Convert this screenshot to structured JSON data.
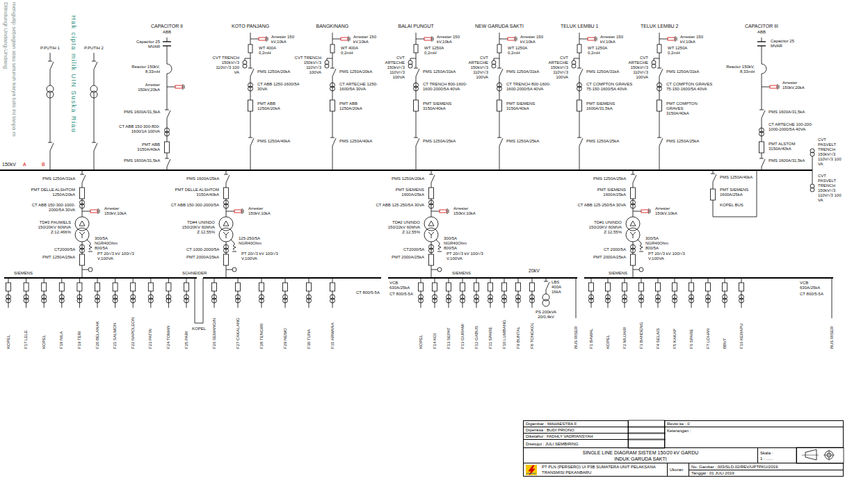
{
  "diagram": {
    "nodes": [
      {
        "text": [
          "Digambar : MAHAESTRA F"
        ]
      },
      {
        "text": [
          "Revisi ke : 0"
        ]
      },
      {
        "text": [
          "Diperiksa : BUDI PRIONO"
        ]
      },
      {
        "text": [
          "Keterangan :"
        ]
      },
      {
        "text": [
          "Diketahui : FADHLY VADRIANSYAH"
        ]
      },
      {
        "text": [
          "Disetujui : JULI SEMBIRING"
        ]
      },
      {
        "text": [
          "SINGLE LINE DIAGRAM SISTEM 150/20 kV GARDU INDUK GARUDA SAKTI"
        ]
      },
      {
        "text": [
          "Skala :",
          "1 : ......"
        ]
      },
      {
        "text": [
          "PT PLN (PERSERO) UI P3B SUMATERA UNIT PELAKSANA TRANSMISI PEKANBARU"
        ]
      },
      {
        "text": [
          "Ukuran"
        ]
      },
      {
        "text": [
          "No. Gambar : 003/SLD.02/REV/UPTPKU/2019"
        ]
      },
      {
        "text": [
          "Tanggal : 01 JULI 2019"
        ]
      }
    ],
    "labels": [
      "Dilindungi Undang-Undang",
      "mengutip sebagian atau seluruh karya tulis ini tanpa m",
      "Hak cipta milik UIN Suska Riau",
      "150kV",
      "A",
      "B",
      "P.PUTIH 1",
      "P.PUTIH 2",
      "CAPACITOR II",
      "ABB",
      "Capacitor 25 MVAR",
      "Reactor 150kV, 8,33mH",
      "Arrester 150kV,20kA",
      "PMS 1600A/31,5kA",
      "CT ABB 150-300-800-1600/1A 100VA",
      "PMT ABB 3150A/40kA",
      "PMS 1600A/31,5kA",
      "KOTO PANJANG",
      "Arrester 150 kV,10kA",
      "WT 400A 0,2mH",
      "CVT TRENCH 150kV/√3 110V/√3 100 VA",
      "PMS 1250A/20kA",
      "CT ABB 1250-1600/5A 30VA",
      "PMT ABB 1250A/20kA",
      "PMS 1250A/40kA",
      "BANGKINANG",
      "Arrester 150 kV,10kA",
      "WT 400A 0,2mH",
      "CVT TRENCH 150kV/√3 110V/√3 100VA",
      "PMS 1250A/20kA",
      "CT ARTECHE 1250-1600/5A 30VA",
      "PMT ABB 1250A/20kA",
      "PMS 1250A/40kA",
      "BALAI PUNGUT",
      "Arrester 150 kV,10kA",
      "WT 1250A 0,2mH",
      "CVT ARTECHE 150kV/√3 110V/√3 100VA",
      "PMS 1250A/31kA",
      "CT TRENCH 800-1600-1600-2000/5A 40VA",
      "PMT SIEMENS 3150A/40kA",
      "PMS 1250A/25kA",
      "NEW GARUDA SAKTI",
      "Arrester 150 kV,10kA",
      "WT 1250A 0,2mH",
      "CVT ARTECHE 150kV/√3 110V/√3 100VA",
      "PMS 1250A/31kA",
      "CT TRENCH 800-1600-1600-2000/5A 40VA",
      "PMT SIEMENS 3150A/40kA",
      "PMS 1250A/25kA",
      "TELUK LEMBU 1",
      "Arrester 150 kV,10kA",
      "WT 1250A 0,2mH",
      "CVT ARTECHE 150kV/√3 110V/√3 100VA",
      "PMS 1250A/31kA",
      "CT COMPTON GRAVES 75-150-1600/5A 40VA",
      "PMT SIEMENS 1600A/31,5kA",
      "PMS 1250A/25kA",
      "TELUK LEMBU 2",
      "Arrester 150 kV,10kA",
      "WT 1250A 0,2mH",
      "CVT ARTECHE 150kV/√3 110V/√3 100VA",
      "PMS 1250A/31kA",
      "CT COMPTON GRAVES 75-150-1600/5A 40VA",
      "PMT COMPTON GRAVES 3150A/40kA",
      "PMS 1250A/25kA",
      "CAPACITOR III",
      "ABB",
      "Capacitor 25 MVAR",
      "Reactor 150kV, 8,33mH",
      "Arrester 150kV,20kA",
      "PMS 1600A/31,5kA",
      "CT ARTECHE 100-200-1000-2000/5A 40VA",
      "PMT ALSTOM 3150A/40kA",
      "PMS 1600A/31,5kA",
      "CVT PASVELT TRENCH 150kV/√3 110V/√3 100 VA",
      "CVT PASVELT TRENCH 150kV/√3 110V/√3 100 VA",
      "PMS 1250A/31kA",
      "PMT DELLE ALSHTOM 1250A/20kA",
      "CT ABB 150-300-1000-2000/5A 30VA",
      "Arrester 150kV,10kA",
      "TD#3 PAUWELS 150/20KV 60MVA Z:12,466%",
      "300/5A NGR40Ohm 800/5A",
      "CT2000/5A",
      "PMT 1250A/25kA",
      "PT 20/√3 kV 100/√3 V,100VA",
      "PMS 1600A/25kA",
      "PMT DELLE ALSHTOM 3150A/40kA",
      "CT ABB 150-300-2000/5A",
      "Arrester 150kV,10kA",
      "TD#4 UNINDO 150/20KV 60MVA Z:12,55%",
      "125-250/5A NGR40Ohm",
      "CT 1000-2000/5A",
      "PMT 2000A/25kA",
      "PT 20/√3 kV 100/√3 V,100VA",
      "PMS 1250A/20kA",
      "PMT SIEMENS 1600A/25kA",
      "CT ABB 125-250/5A 30VA",
      "Arrester 150kV,10kA",
      "TD#2 UNINDO 150/22kV 60MVA Z:12,55%",
      "300/5A NGR40Ohm 800/5A",
      "CT2000/5A",
      "PMT 2000A/25kA",
      "PT 20/√3 kV 100/√3 V,100VA",
      "PMS 1250A/25kA",
      "PMT SIEMENS 1600A/25kA",
      "CT ABB 125-250/5A 30VA",
      "Arrester 150kV,10kA",
      "TD#1 UNINDO 150/20KV 60MVA Z:12,55%",
      "300/5A NGR40Ohm 800/5A",
      "CT 2000/5A",
      "PMT 2000A/25kA",
      "PT 20/√3 kV 100/√3 V,100VA",
      "PMS 1250A/40kA",
      "PMT SIEMENS 1600A/25kA",
      "KOPEL BUS",
      "20kV",
      "SIEMENS",
      "KOPEL",
      "F17 LELE",
      "KOPEL",
      "F18 NILA",
      "F19 TERI",
      "F20 BELANAK",
      "F21 SALMON",
      "F22 NAPOLEON",
      "F23 PATIN",
      "F24 TOMAN",
      "F25 PARI",
      "KOPEL",
      "SCHNEIDER",
      "F26 SEMANGIN",
      "F27 CAKALANG",
      "F28 TENGIRI",
      "F29 NEMO",
      "F30 TUNA",
      "F31 ARWANA",
      "CT 800/5-5A",
      "VCB 630A/25kA",
      "CT 800/5-5A",
      "SIEMENS",
      "KOPEL",
      "F14 KOI",
      "F13 SEPAT",
      "F13 GURAMI",
      "F12 GABUS",
      "F11 SPARE",
      "F10 LUMBANG",
      "F9 BUNTAL",
      "F8 TONGKOL",
      "LBS 400A 16kA",
      "PS 200kVA 20/0,4kV",
      "BUS RISER",
      "SIEMENS",
      "F1 BAWAL",
      "KOPEL",
      "F2 MUJAIR",
      "F3 BANDENG",
      "F4 SELAIS",
      "F5 KAKAP",
      "F6 SPARE",
      "F7 LOHAN",
      "BBVT",
      "F16 KERAPU",
      "VCB 630A/25kA",
      "CT 800/5-5A",
      "BUS RISER"
    ]
  }
}
